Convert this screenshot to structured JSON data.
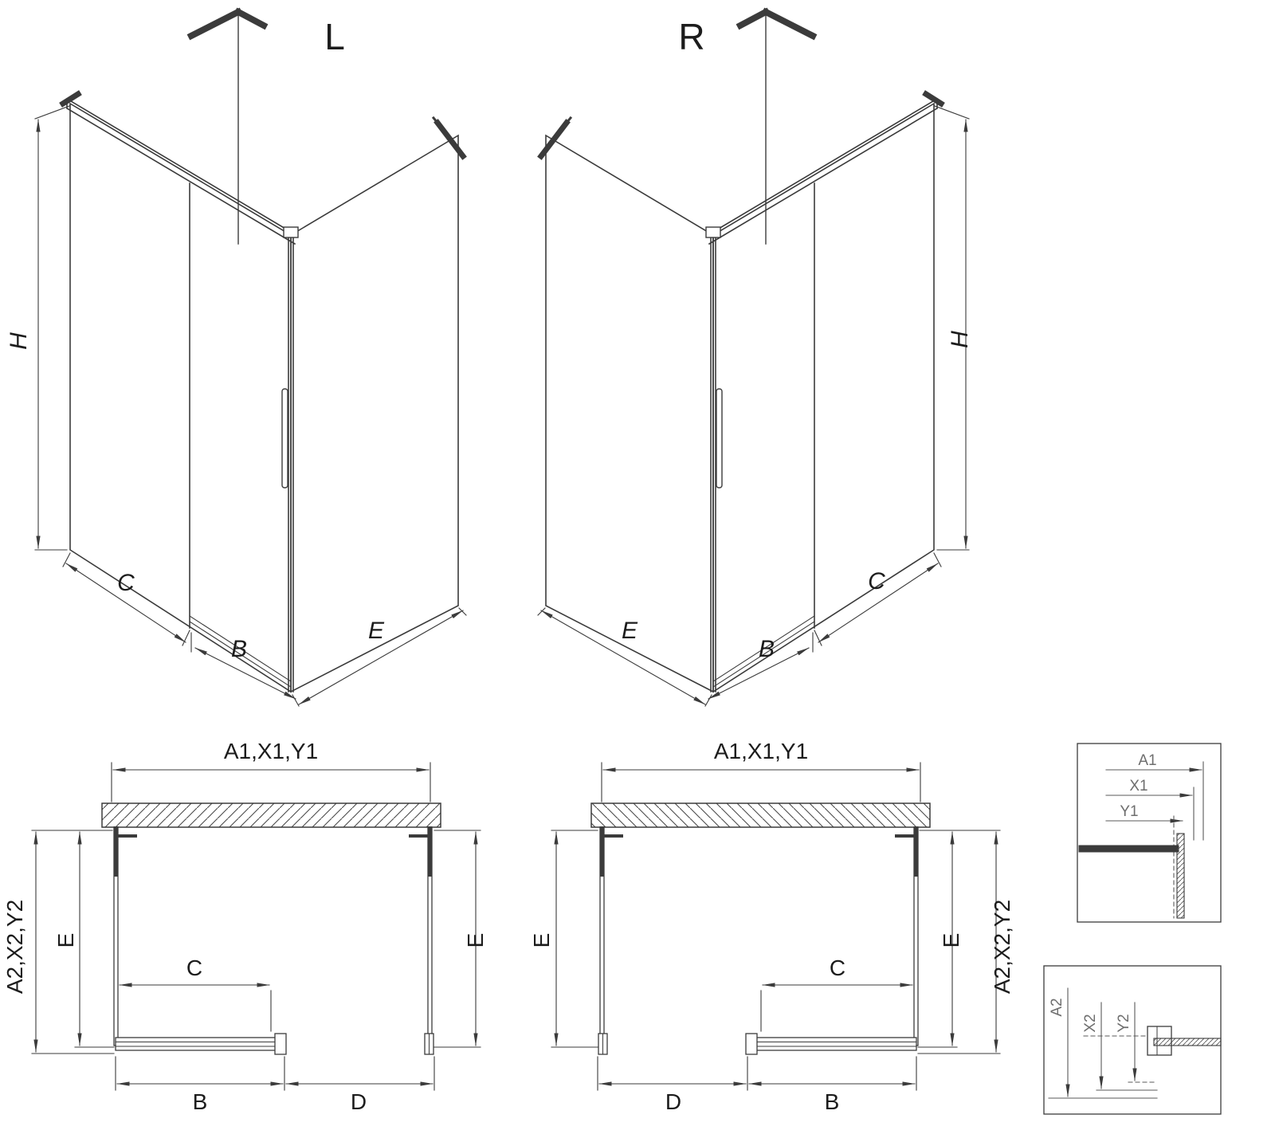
{
  "drawing": {
    "iso_left": {
      "title": "L",
      "h": "H",
      "c": "C",
      "b": "B",
      "e": "E"
    },
    "iso_right": {
      "title": "R",
      "h": "H",
      "c": "C",
      "b": "B",
      "e": "E"
    },
    "plan_left": {
      "top": "A1,X1,Y1",
      "outer": "A2,X2,Y2",
      "e_left": "E",
      "e_right": "E",
      "c": "C",
      "b": "B",
      "d": "D"
    },
    "plan_right": {
      "top": "A1,X1,Y1",
      "outer": "A2,X2,Y2",
      "e_left": "E",
      "e_right": "E",
      "c": "C",
      "b": "B",
      "d": "D"
    },
    "detail_top": {
      "a1": "A1",
      "x1": "X1",
      "y1": "Y1"
    },
    "detail_bottom": {
      "a2": "A2",
      "x2": "X2",
      "y2": "Y2"
    }
  },
  "colors": {
    "background": "#ffffff",
    "line": "#3b3b3b",
    "text": "#1c1c1c",
    "detail_text": "#6e6e6e"
  }
}
